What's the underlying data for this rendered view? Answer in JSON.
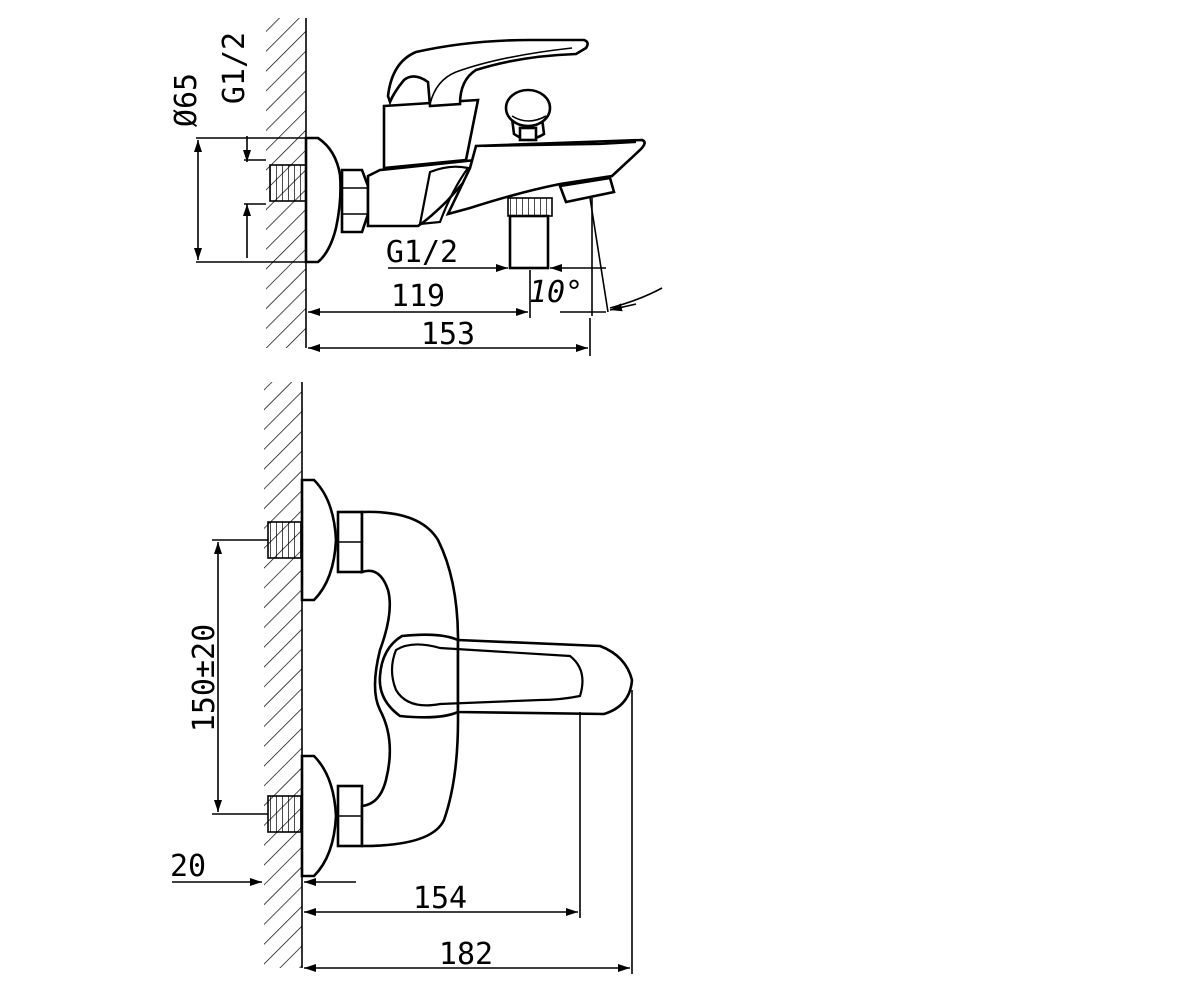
{
  "top_view": {
    "dim_diameter": "Ø65",
    "dim_thread_inlet": "G1/2",
    "dim_thread_outlet": "G1/2",
    "dim_spout_to_outlet": "119",
    "dim_total_depth": "153",
    "dim_angle": "10°"
  },
  "front_view": {
    "dim_center_distance": "150±20",
    "dim_wall_thread": "20",
    "dim_handle_depth": "154",
    "dim_total_depth": "182"
  }
}
